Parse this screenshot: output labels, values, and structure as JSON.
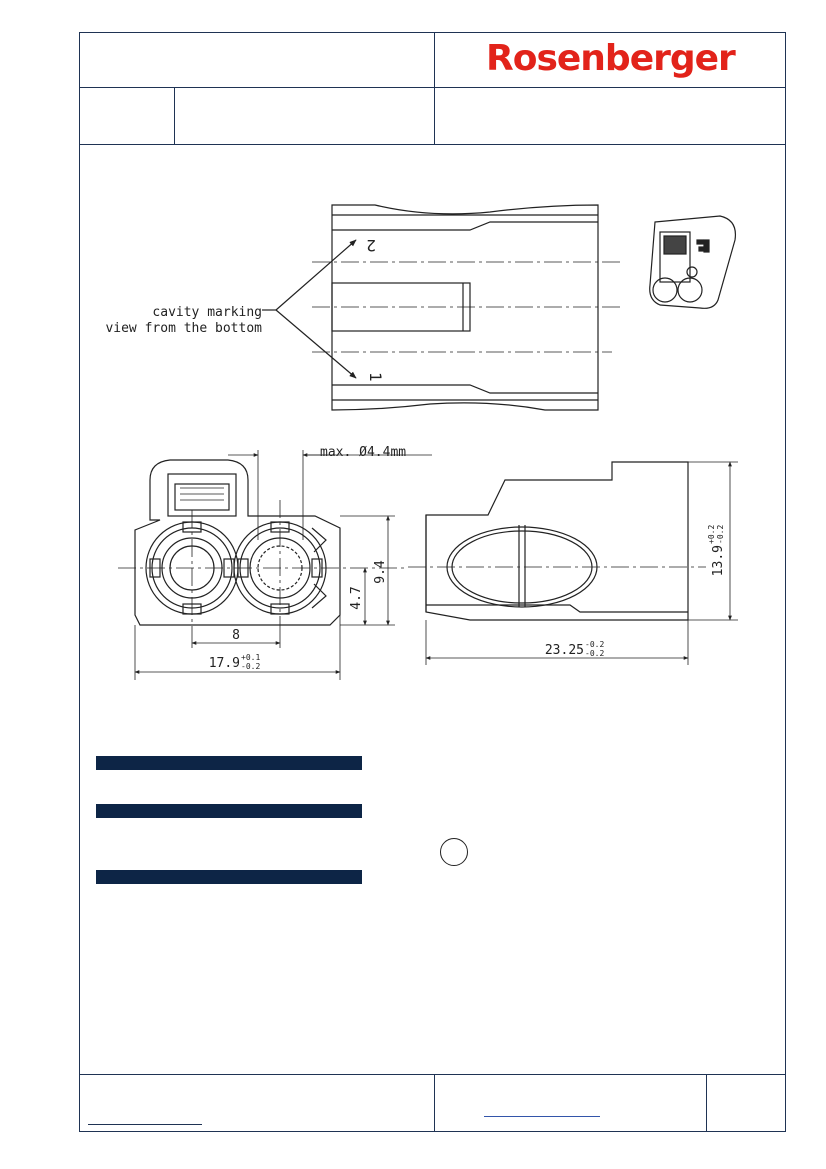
{
  "brand": {
    "logo_text": "Rosenberger",
    "logo_color": "#e2231a"
  },
  "colors": {
    "frame": "#1f3354",
    "bars": "#0d2546"
  },
  "drawing": {
    "callout": {
      "line1": "cavity marking",
      "line2": "view from the bottom"
    },
    "cavity_labels": {
      "upper": "2",
      "lower": "1"
    },
    "dimensions": {
      "max_diameter": "max. Ø4.4mm",
      "pitch": "8",
      "width": "17.9",
      "width_tol_upper": "+0.1",
      "width_tol_lower": "-0.2",
      "half_height": "4.7",
      "height": "9.4",
      "length": "23.25",
      "length_tol_upper": "-0.2",
      "length_tol_lower": "-0.2",
      "total_height": "13.9",
      "total_height_tol_upper": "+0.2",
      "total_height_tol_lower": "-0.2"
    }
  }
}
